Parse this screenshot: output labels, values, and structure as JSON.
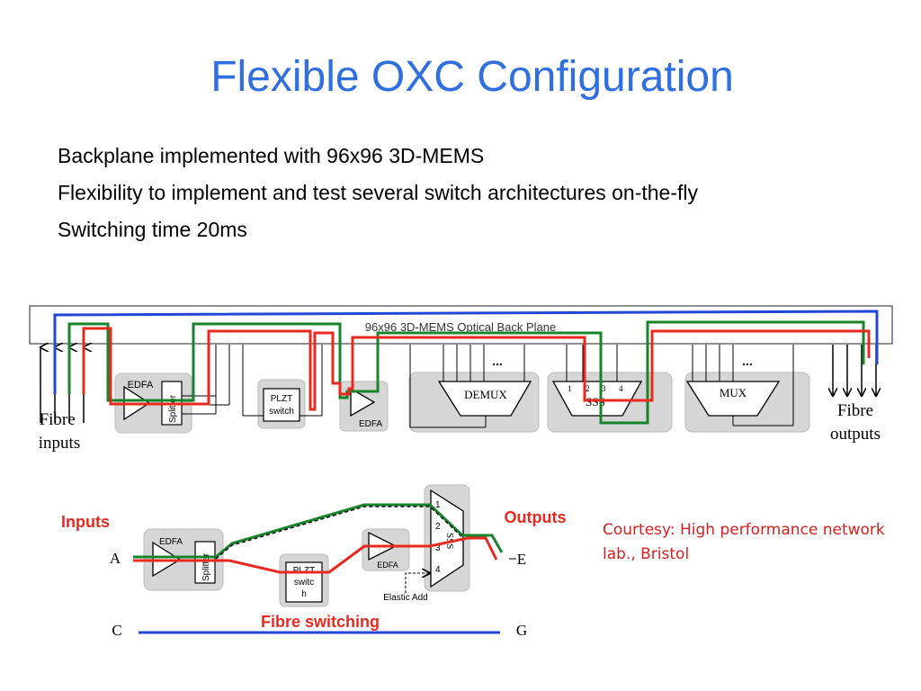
{
  "slide": {
    "title": "Flexible OXC Configuration",
    "bullets": [
      "Backplane implemented with 96x96 3D-MEMS",
      "Flexibility to implement and test several switch architectures on-the-fly",
      "Switching time 20ms"
    ],
    "courtesy": "Courtesy: High performance network lab., Bristol"
  },
  "colors": {
    "title": "#2f6fe0",
    "red_path": "#e8291f",
    "green_path": "#17842c",
    "blue_path": "#2247d6",
    "module_fill": "#d6d6d6",
    "label_red": "#e8291f"
  },
  "top_diagram": {
    "backplane_label": "96x96 3D-MEMS Optical Back Plane",
    "fibre_inputs": "Fibre inputs",
    "fibre_outputs": "Fibre outputs",
    "edfa_label": "EDFA",
    "splitter_label": "Splitter",
    "plzt_label": "PLZT switch",
    "edfa2_label": "EDFA",
    "demux_label": "DEMUX",
    "sss_label": "SSS",
    "sss_ports": [
      "1",
      "2",
      "3",
      "4"
    ],
    "mux_label": "MUX",
    "ellipsis": "..."
  },
  "bottom_diagram": {
    "inputs_label": "Inputs",
    "outputs_label": "Outputs",
    "fibre_switching_label": "Fibre switching",
    "node_a": "A",
    "node_e": "E",
    "node_c": "C",
    "node_g": "G",
    "edfa_label": "EDFA",
    "splitter_label": "Splitter",
    "plzt_label": "PLZT switc h",
    "edfa2_label": "EDFA",
    "sss_label": "SSS",
    "sss_ports": [
      "1",
      "2",
      "3",
      "4"
    ],
    "elastic_add_label": "Elastic Add"
  }
}
